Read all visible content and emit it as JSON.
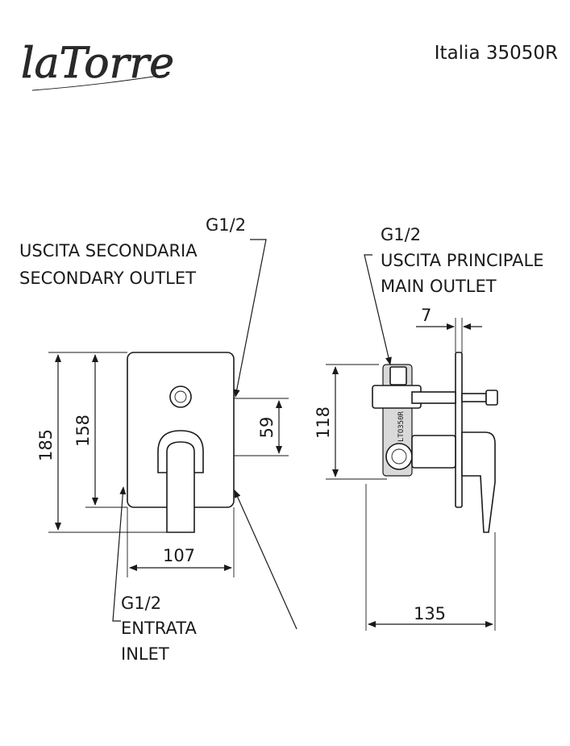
{
  "header": {
    "brand": "laTorre",
    "model": "Italia 35050R"
  },
  "front_view": {
    "secondary_thread": "G1/2",
    "secondary_it": "USCITA SECONDARIA",
    "secondary_en": "SECONDARY OUTLET",
    "inlet_thread": "G1/2",
    "inlet_it": "ENTRATA",
    "inlet_en": "INLET",
    "dims": {
      "total_height": "185",
      "plate_height": "158",
      "outlet_offset": "59",
      "plate_width": "107"
    }
  },
  "side_view": {
    "main_thread": "G1/2",
    "main_it": "USCITA PRINCIPALE",
    "main_en": "MAIN OUTLET",
    "body_stamp": "LTO350R",
    "dims": {
      "plate_gap": "7",
      "body_height": "118",
      "depth": "135"
    }
  }
}
